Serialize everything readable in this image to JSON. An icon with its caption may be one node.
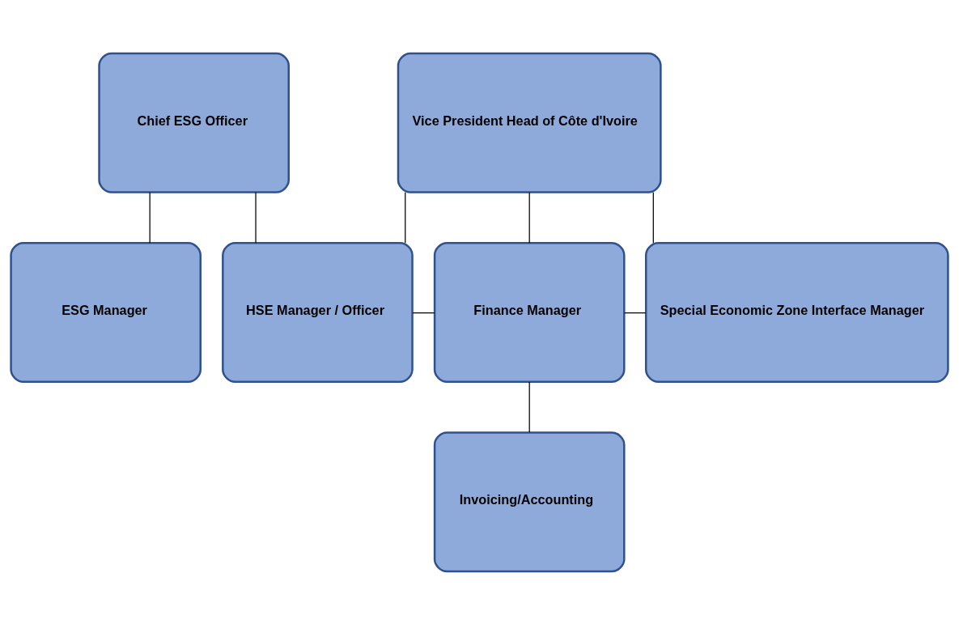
{
  "diagram": {
    "nodes": [
      {
        "text": [
          "Chief ESG Officer"
        ]
      },
      {
        "text": [
          "Vice President Head of Côte d'Ivoire"
        ]
      },
      {
        "text": [
          "ESG Manager"
        ]
      },
      {
        "text": [
          "HSE Manager / Officer"
        ]
      },
      {
        "text": [
          "Finance Manager"
        ]
      },
      {
        "text": [
          "Special Economic Zone Interface Manager"
        ]
      },
      {
        "text": [
          "Invoicing/Accounting"
        ]
      }
    ],
    "edges": [
      {
        "from": 0,
        "to": 2,
        "arrow": "none"
      },
      {
        "from": 0,
        "to": 3,
        "arrow": "none"
      },
      {
        "from": 1,
        "to": 3,
        "arrow": "none"
      },
      {
        "from": 1,
        "to": 4,
        "arrow": "none"
      },
      {
        "from": 1,
        "to": 5,
        "arrow": "none"
      },
      {
        "from": 3,
        "to": 4,
        "arrow": "none"
      },
      {
        "from": 4,
        "to": 5,
        "arrow": "none"
      },
      {
        "from": 4,
        "to": 6,
        "arrow": "none"
      }
    ]
  }
}
